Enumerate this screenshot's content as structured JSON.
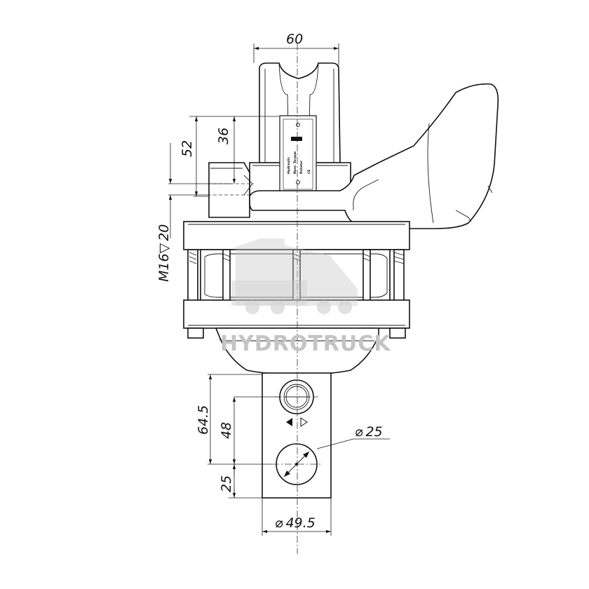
{
  "dimensions": {
    "top_width": "60",
    "height_52": "52",
    "height_36": "36",
    "thread": "M16",
    "thread_depth": "20",
    "height_64_5": "64.5",
    "height_48": "48",
    "height_25": "25",
    "hole_diameter": "25",
    "shaft_diameter": "49.5",
    "diameter_symbol": "⌀",
    "depth_symbol": "▽"
  },
  "nameplate": {
    "line1": "Hydraulic",
    "line2": "Nom. Torque",
    "line3": "Rotator",
    "ce_mark": "CE"
  },
  "watermark": {
    "brand": "HYDROTRUCK",
    "icon": "truck-icon"
  },
  "colors": {
    "line": "#111111",
    "watermark": "#c4c4c4"
  }
}
